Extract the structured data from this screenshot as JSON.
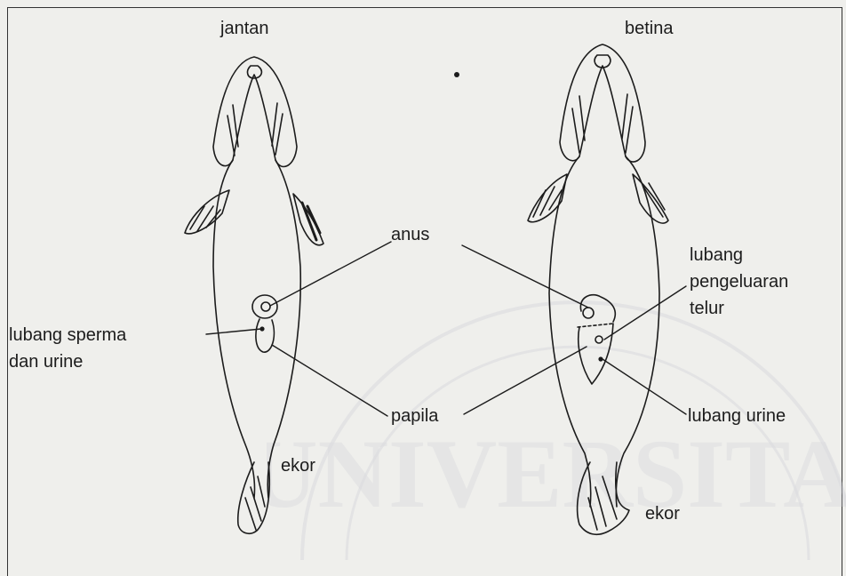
{
  "labels": {
    "male": "jantan",
    "female": "betina",
    "anus": "anus",
    "papila": "papila",
    "sperm_urine_hole": "lubang sperma\ndan urine",
    "egg_hole": "lubang\npengeluaran\ntelur",
    "urine_hole": "lubang urine",
    "tail_male": "ekor",
    "tail_female": "ekor"
  },
  "watermark": "UNIVERSITAS",
  "colors": {
    "ink": "#1c1c1c",
    "paper": "#efefec",
    "watermark": "#c9cbd3"
  }
}
